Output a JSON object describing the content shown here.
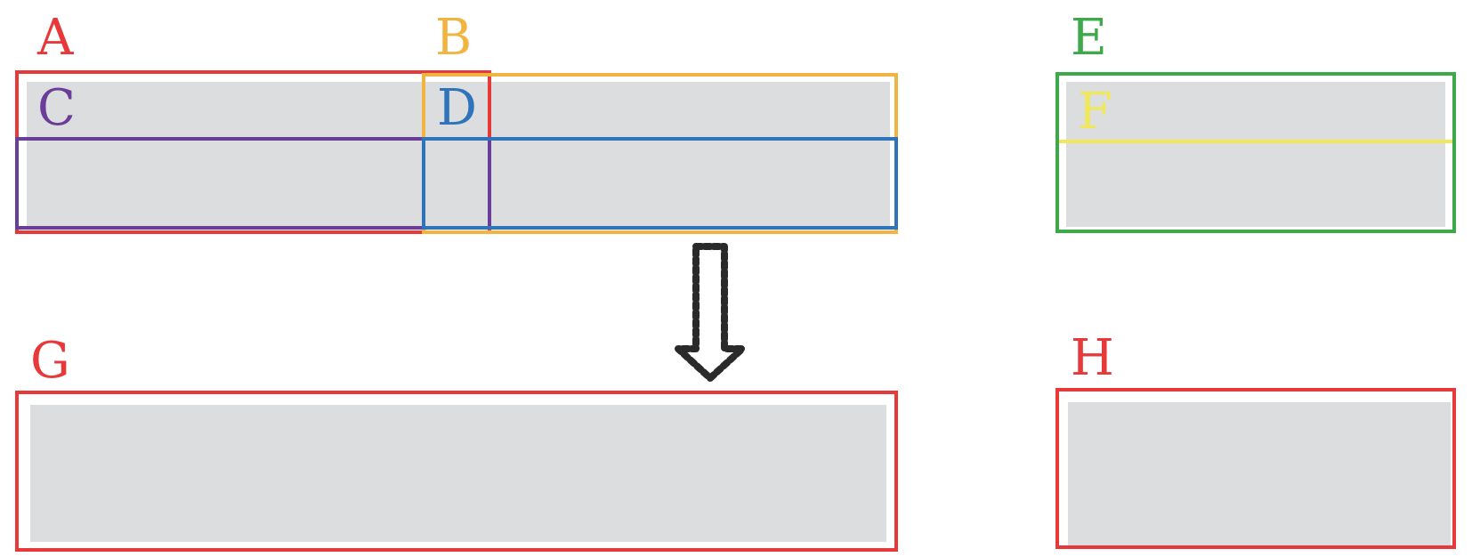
{
  "colors": {
    "a": "#E8393A",
    "b": "#F2B441",
    "c": "#6A3E98",
    "d": "#2F74BA",
    "e": "#3DA94B",
    "f": "#EEE85A",
    "g": "#E8393A",
    "h": "#E8393A",
    "fill": "#DCDDDE",
    "arrow": "#2A2A2A"
  },
  "labels": {
    "a": "A",
    "b": "B",
    "c": "C",
    "d": "D",
    "e": "E",
    "f": "F",
    "g": "G",
    "h": "H"
  },
  "icons": {
    "arrow": "dotted-down-arrow-icon"
  }
}
